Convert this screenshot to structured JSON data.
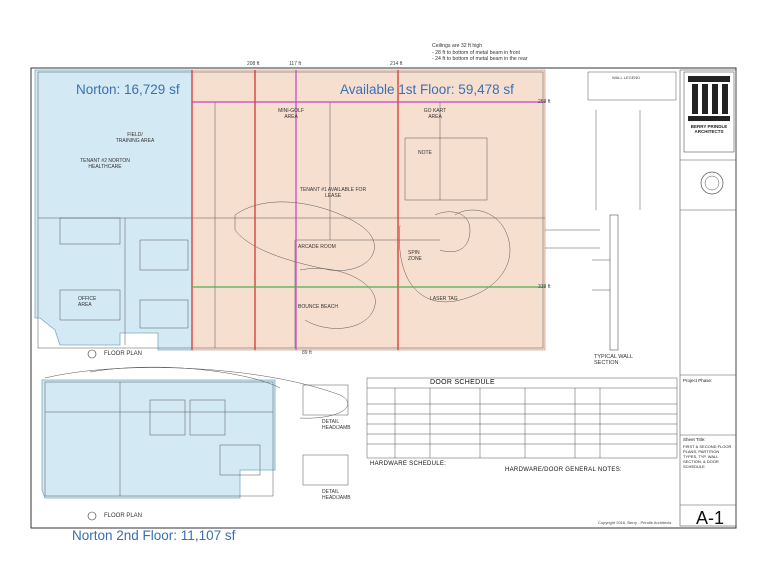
{
  "labels": {
    "norton_1st": "Norton: 16,729 sf",
    "available": "Available 1st Floor: 59,478 sf",
    "norton_2nd": "Norton 2nd Floor: 11,107 sf"
  },
  "ceiling": {
    "line1": "Ceilings are 32 ft high",
    "line2": "- 28 ft to bottom of metal beam in front",
    "line3": "- 24 ft to bottom of metal beam in the rear"
  },
  "dimensions": {
    "d208": "208 ft",
    "d117": "117 ft",
    "d214": "214 ft",
    "d259": "259 ft",
    "d319": "319 ft",
    "d89": "89 ft"
  },
  "rooms": {
    "field": "FIELD/ TRAINING AREA",
    "tenant2": "TENANT #2 NORTON HEALTHCARE",
    "minigolf": "MINI-GOLF AREA",
    "gokart": "GO KART AREA",
    "tenant1": "TENANT #1 AVAILABLE FOR LEASE",
    "arcade": "ARCADE ROOM",
    "spin": "SPIN ZONE",
    "lasertag": "LASER TAG",
    "bounce": "BOUNCE BEACH",
    "office": "OFFICE AREA",
    "note": "NOTE"
  },
  "drawing_titles": {
    "floor_plan": "FLOOR PLAN",
    "floor_plan_2": "FLOOR PLAN",
    "typical_wall": "TYPICAL WALL SECTION",
    "detail1": "DETAIL HEAD/JAMB",
    "detail2": "DETAIL HEAD/JAMB",
    "door_schedule": "DOOR SCHEDULE",
    "hardware_schedule": "HARDWARE SCHEDULE:",
    "hw_notes": "HARDWARE/DOOR GENERAL NOTES:",
    "wall_legend": "WALL LEGEND"
  },
  "title_block": {
    "firm": "BERRY PRINDLE ARCHITECTS",
    "project_phase": "Project Phase:",
    "sheet_title_label": "Sheet Title:",
    "sheet_title": "FIRST & SECOND FLOOR PLANS, PARTITION TYPES, TYP. WALL SECTION, & DOOR SCHEDULE",
    "sheet_number": "A-1",
    "copyright": "Copyright 2016, Berry - Prindle Architects"
  },
  "colors": {
    "norton_fill": "#cfe8f3",
    "available_fill": "#f7dccb",
    "red_line": "#d9423f",
    "green_line": "#4caf50",
    "magenta_line": "#c243c9",
    "label_blue": "#3a6fb4"
  }
}
